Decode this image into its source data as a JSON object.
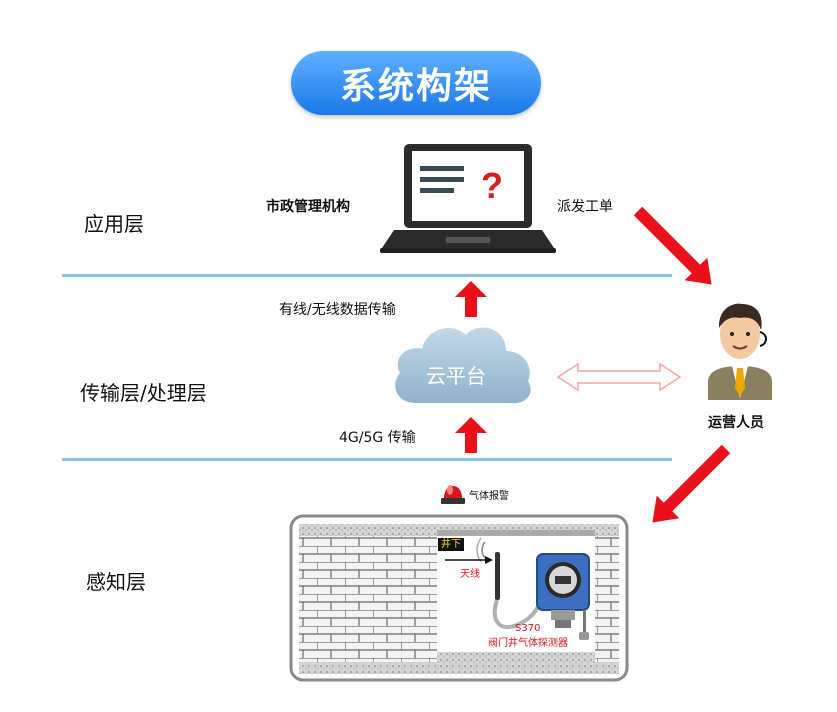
{
  "title": "系统构架",
  "layers": {
    "application": "应用层",
    "transport": "传输层/处理层",
    "perception": "感知层"
  },
  "labels": {
    "municipal": "市政管理机构",
    "dispatch": "派发工单",
    "wired_wireless": "有线/无线数据传输",
    "cloud": "云平台",
    "net_4g5g": "4G/5G 传输",
    "operator": "运营人员",
    "gas_alarm": "气体报警",
    "underground": "井下",
    "antenna": "天线",
    "detector_model": "S370",
    "detector_name": "阀门井气体探测器"
  },
  "icons": {
    "laptop": "laptop-question-icon",
    "cloud": "cloud-icon",
    "person": "operator-avatar-icon",
    "alarm": "alarm-light-icon",
    "detector": "gas-detector-icon"
  },
  "colors": {
    "title_bg": "#1a78e6",
    "arrow_red": "#e8101a",
    "divider": "#8fbde6",
    "cloud": "#a9c6db"
  }
}
